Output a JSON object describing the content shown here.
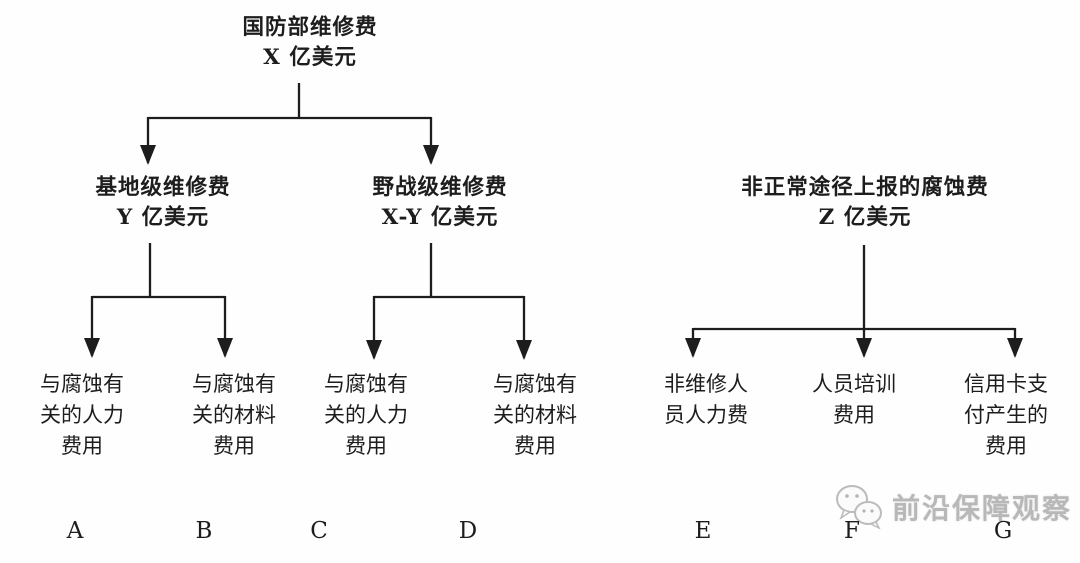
{
  "diagram": {
    "root": {
      "title": "国防部维修费",
      "amount": "X 亿美元"
    },
    "branches": [
      {
        "id": "base-level",
        "title": "基地级维修费",
        "amount": "Y 亿美元"
      },
      {
        "id": "field-level",
        "title": "野战级维修费",
        "amount": "X-Y 亿美元"
      },
      {
        "id": "abnormal-channel",
        "title": "非正常途径上报的腐蚀费",
        "amount": "Z 亿美元"
      }
    ],
    "leaves": [
      {
        "letter": "A",
        "lines": [
          "与腐蚀有",
          "关的人力",
          "费用"
        ]
      },
      {
        "letter": "B",
        "lines": [
          "与腐蚀有",
          "关的材料",
          "费用"
        ]
      },
      {
        "letter": "C",
        "lines": [
          "与腐蚀有",
          "关的人力",
          "费用"
        ]
      },
      {
        "letter": "D",
        "lines": [
          "与腐蚀有",
          "关的材料",
          "费用"
        ]
      },
      {
        "letter": "E",
        "lines": [
          "非维修人",
          "员人力费",
          ""
        ]
      },
      {
        "letter": "F",
        "lines": [
          "人员培训",
          "费用",
          ""
        ]
      },
      {
        "letter": "G",
        "lines": [
          "信用卡支",
          "付产生的",
          "费用"
        ]
      }
    ]
  },
  "watermark": {
    "text": "前沿保障观察",
    "icon": "wechat-chat-bubbles-icon"
  },
  "colors": {
    "ink": "#1d1d1d",
    "watermark_gray": "#b9b8b8",
    "background": "#fefefe"
  }
}
